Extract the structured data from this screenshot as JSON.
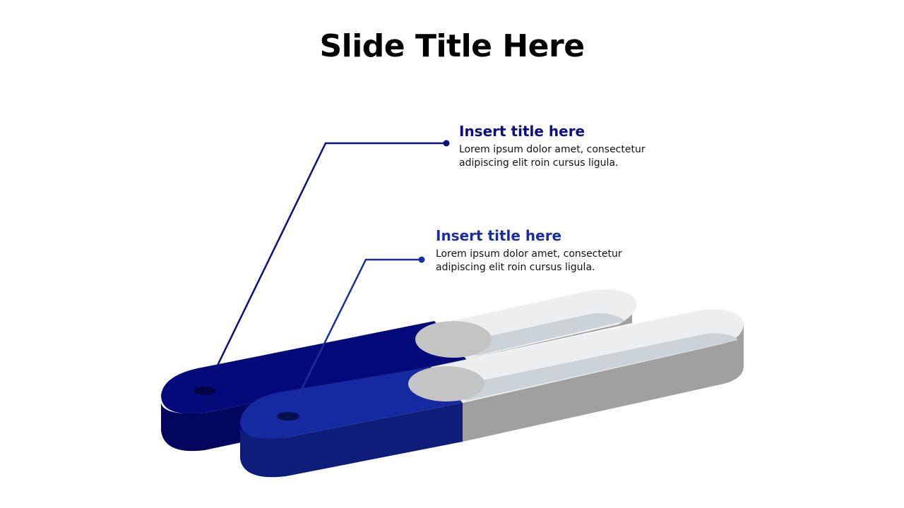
{
  "slide": {
    "title": "Slide Title Here"
  },
  "bars": [
    {
      "id": "bar-1",
      "title": "Insert title here",
      "body": "Lorem ipsum dolor amet, consectetur adipiscing elit roin cursus ligula.",
      "fill_fraction": 0.6,
      "colors": {
        "top": "#050a7a",
        "side": "#03065e",
        "title": "#0a0f7d"
      }
    },
    {
      "id": "bar-2",
      "title": "Insert title here",
      "body": "Lorem ipsum dolor amet, consectetur adipiscing elit roin cursus ligula.",
      "fill_fraction": 0.45,
      "colors": {
        "top": "#1529a0",
        "side": "#0f1d7a",
        "title": "#1a2ea0"
      }
    }
  ],
  "track_colors": {
    "top": "#eceeef",
    "inner": "#ccd3d8",
    "side": "#a0a0a0",
    "cap": "#c4c4c4"
  }
}
